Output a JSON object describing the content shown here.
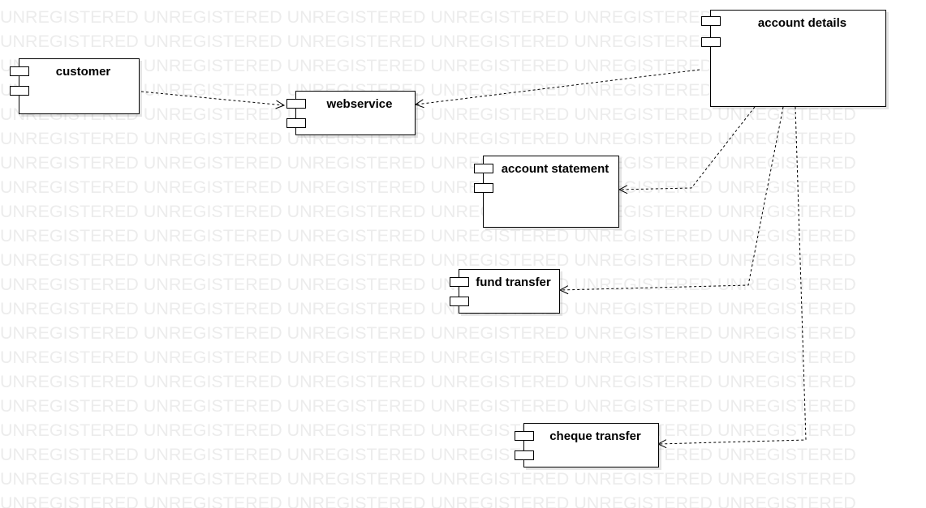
{
  "watermark": {
    "text": "UNREGISTERED",
    "color": "#ececec"
  },
  "components": {
    "customer": {
      "label": "customer"
    },
    "webservice": {
      "label": "webservice"
    },
    "account_details": {
      "label": "account details"
    },
    "account_statement": {
      "label": "account statement"
    },
    "fund_transfer": {
      "label": "fund transfer"
    },
    "cheque_transfer": {
      "label": "cheque transfer"
    }
  },
  "dependencies": [
    {
      "from": "customer",
      "to": "webservice",
      "style": "dashed",
      "arrow": "open"
    },
    {
      "from": "account_details",
      "to": "webservice",
      "style": "dashed",
      "arrow": "open"
    },
    {
      "from": "account_details",
      "to": "account_statement",
      "style": "dashed",
      "arrow": "open"
    },
    {
      "from": "account_details",
      "to": "fund_transfer",
      "style": "dashed",
      "arrow": "open"
    },
    {
      "from": "account_details",
      "to": "cheque_transfer",
      "style": "dashed",
      "arrow": "open"
    }
  ]
}
